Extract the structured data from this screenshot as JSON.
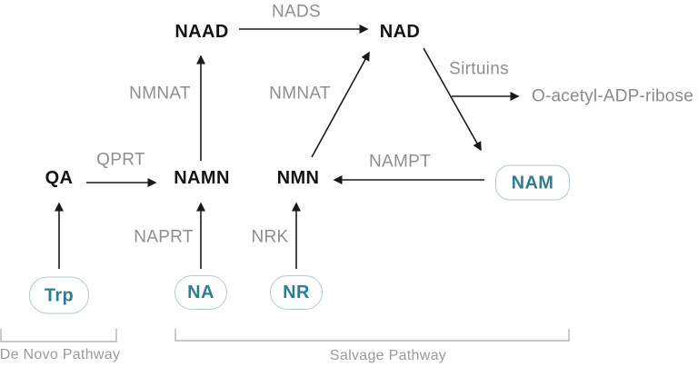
{
  "title": "NAD biosynthesis pathway diagram",
  "colors": {
    "node_text": "#141414",
    "enzyme_text": "#8e8e8e",
    "metabolite_accent": "#2e7e8f",
    "pill_border": "#b4cad0",
    "arrow": "#1a1a1a",
    "bracket": "#a6a6a6",
    "background": "#ffffff"
  },
  "nodes": {
    "naad": "NAAD",
    "nad": "NAD",
    "qa": "QA",
    "namn": "NAMN",
    "nmn": "NMN",
    "oaadpr": "O-acetyl-ADP-ribose",
    "trp": "Trp",
    "na": "NA",
    "nr": "NR",
    "nam": "NAM"
  },
  "enzymes": {
    "nads": "NADS",
    "nmnat_left": "NMNAT",
    "nmnat_right": "NMNAT",
    "qprt": "QPRT",
    "nampt": "NAMPT",
    "sirtuins": "Sirtuins",
    "naprt": "NAPRT",
    "nrk": "NRK"
  },
  "pathway_labels": {
    "de_novo": "De Novo Pathway",
    "salvage": "Salvage Pathway"
  },
  "edges": [
    {
      "from": "NAAD",
      "to": "NAD",
      "enzyme": "NADS"
    },
    {
      "from": "NAMN",
      "to": "NAAD",
      "enzyme": "NMNAT"
    },
    {
      "from": "NMN",
      "to": "NAD",
      "enzyme": "NMNAT"
    },
    {
      "from": "QA",
      "to": "NAMN",
      "enzyme": "QPRT"
    },
    {
      "from": "Trp",
      "to": "QA",
      "enzyme": ""
    },
    {
      "from": "NA",
      "to": "NAMN",
      "enzyme": "NAPRT"
    },
    {
      "from": "NR",
      "to": "NMN",
      "enzyme": "NRK"
    },
    {
      "from": "NAM",
      "to": "NMN",
      "enzyme": "NAMPT"
    },
    {
      "from": "NAD",
      "to": "NAM",
      "enzyme": "Sirtuins"
    },
    {
      "from": "NAD",
      "to": "O-acetyl-ADP-ribose",
      "enzyme": "Sirtuins"
    }
  ]
}
